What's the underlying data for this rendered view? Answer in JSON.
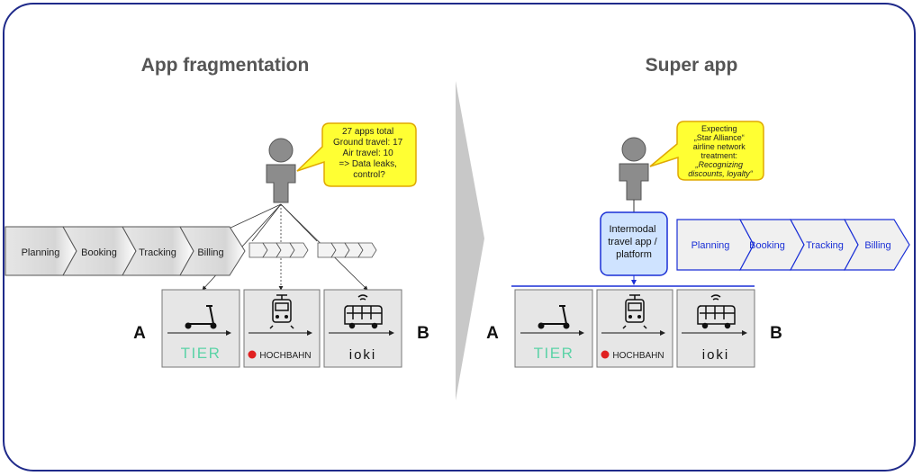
{
  "left_panel": {
    "title": "App fragmentation",
    "bubble_lines": [
      "27 apps total",
      "Ground travel: 17",
      "Air travel: 10",
      "=> Data leaks,",
      "control?"
    ],
    "process_steps": [
      "Planning",
      "Booking",
      "Tracking",
      "Billing"
    ],
    "start_label": "A",
    "end_label": "B"
  },
  "right_panel": {
    "title": "Super app",
    "bubble_lines": [
      "Expecting",
      "„Star Alliance“",
      "airline network",
      "treatment:",
      "„Recognizing",
      "discounts, loyalty“"
    ],
    "platform_lines": [
      "Intermodal",
      "travel app /",
      "platform"
    ],
    "process_steps": [
      "Planning",
      "Booking",
      "Tracking",
      "Billing"
    ],
    "start_label": "A",
    "end_label": "B"
  },
  "providers": [
    "TIER",
    "HOCHBAHN",
    "ioki"
  ],
  "colors": {
    "frame": "#1f2a8a",
    "bubble_fill": "#ffff33",
    "bubble_stroke": "#e0a800",
    "accent_blue": "#1a2fd6",
    "tier_green": "#5cd3a7",
    "hochbahn_red": "#e02020",
    "person_gray": "#8c8c8c"
  },
  "icons": [
    "kick-scooter-icon",
    "tram-icon",
    "shuttle-bus-icon",
    "person-icon",
    "arrow-right-icon"
  ]
}
